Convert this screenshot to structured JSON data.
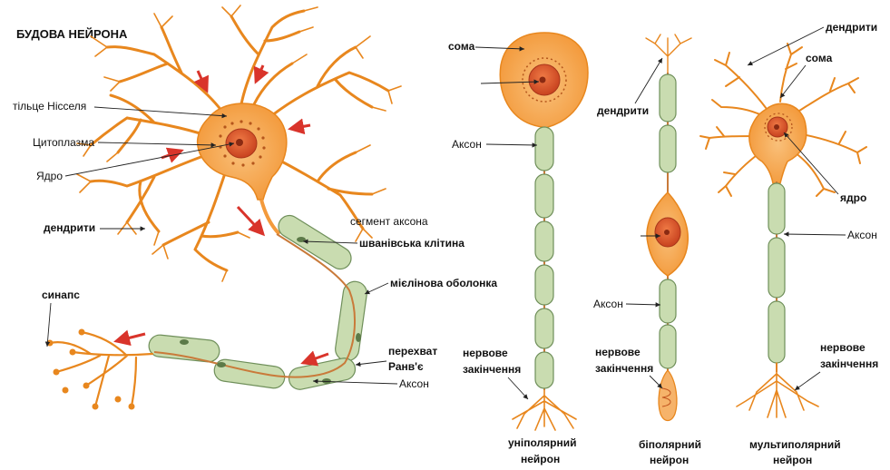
{
  "title": "БУДОВА НЕЙРОНА",
  "labels": {
    "nissl": "тільце Нісселя",
    "cytoplasm": "Цитоплазма",
    "nucleus_left": "Ядро",
    "dendrites_left": "дендрити",
    "axon_segment": "сегмент аксона",
    "schwann": "шванівська клітина",
    "myelin": "мієлінова оболонка",
    "ranvier_1": "перехват",
    "ranvier_2": "Ранв'є",
    "axon_left": "Аксон",
    "synapse": "синапс",
    "uni_soma": "сома",
    "uni_axon": "Аксон",
    "uni_ending_1": "нервове",
    "uni_ending_2": "закінчення",
    "uni_caption_1": "уніполярний",
    "uni_caption_2": "нейрон",
    "bi_dendrites": "дендрити",
    "bi_axon": "Аксон",
    "bi_ending_1": "нервове",
    "bi_ending_2": "закінчення",
    "bi_caption_1": "біполярний",
    "bi_caption_2": "нейрон",
    "multi_dendrites": "дендрити",
    "multi_soma": "сома",
    "multi_nucleus": "ядро",
    "multi_axon": "Аксон",
    "multi_ending_1": "нервове",
    "multi_ending_2": "закінчення",
    "multi_caption_1": "мультиполярний",
    "multi_caption_2": "нейрон"
  },
  "colors": {
    "cell_body": "#f6a24a",
    "nucleus": "#d9532b",
    "dendrite": "#e8871e",
    "myelin": "#c9dcb0",
    "arrow": "#d9342b"
  }
}
